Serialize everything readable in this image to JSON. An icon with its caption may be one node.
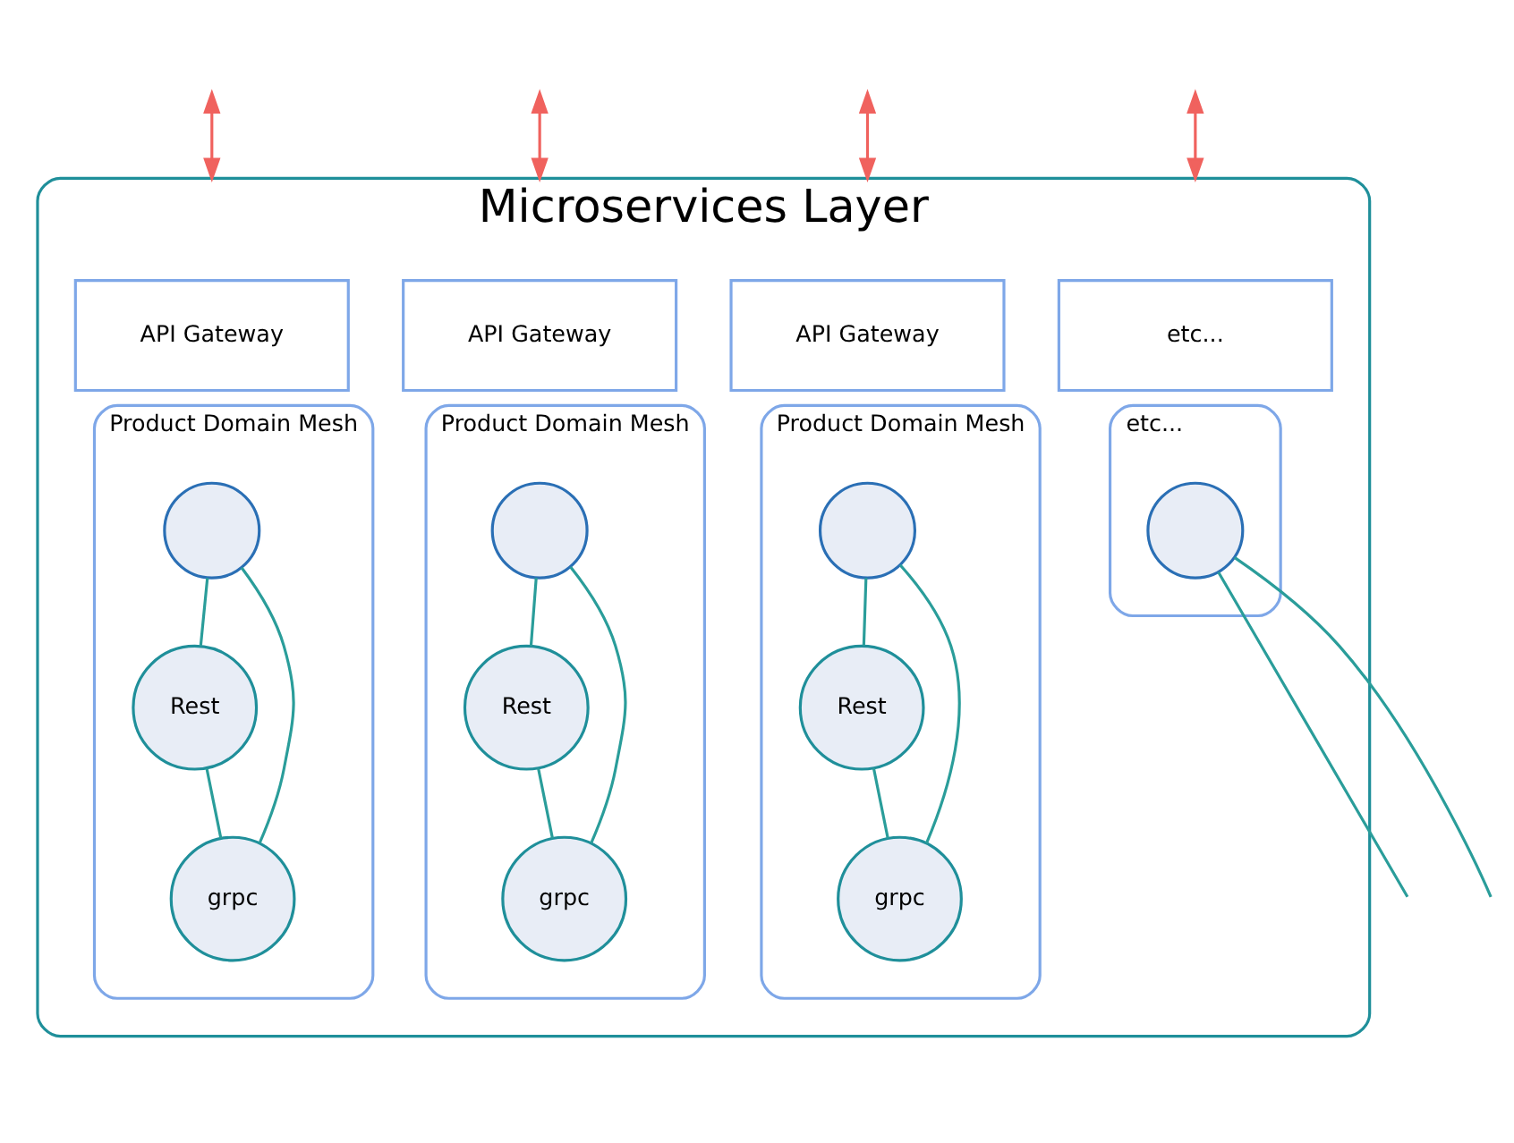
{
  "diagram": {
    "nodes": [
      {
        "text": [
          "Microservices Layer"
        ]
      },
      {
        "text": [
          "API Gateway"
        ],
        "in": 0
      },
      {
        "text": [
          "API Gateway"
        ],
        "in": 0
      },
      {
        "text": [
          "API Gateway"
        ],
        "in": 0
      },
      {
        "text": [
          "etc..."
        ],
        "in": 0
      },
      {
        "text": [
          "Product Domain Mesh"
        ],
        "in": 0
      },
      {
        "text": [],
        "shape": "circle",
        "in": 5
      },
      {
        "text": [
          "Rest"
        ],
        "in": 5
      },
      {
        "text": [
          "grpc"
        ],
        "in": 5
      },
      {
        "text": [
          "Product Domain Mesh"
        ],
        "in": 0
      },
      {
        "text": [],
        "shape": "circle",
        "in": 9
      },
      {
        "text": [
          "Rest"
        ],
        "in": 9
      },
      {
        "text": [
          "grpc"
        ],
        "in": 9
      },
      {
        "text": [
          "Product Domain Mesh"
        ],
        "in": 0
      },
      {
        "text": [],
        "shape": "circle",
        "in": 13
      },
      {
        "text": [
          "Rest"
        ],
        "in": 13
      },
      {
        "text": [
          "grpc"
        ],
        "in": 13
      },
      {
        "text": [
          "etc..."
        ],
        "in": 0
      },
      {
        "text": [],
        "shape": "circle",
        "in": 17
      }
    ],
    "edges": [
      {
        "from": null,
        "to": 0,
        "arrow": "both",
        "color": "#f0625e"
      },
      {
        "from": null,
        "to": 0,
        "arrow": "both",
        "color": "#f0625e"
      },
      {
        "from": null,
        "to": 0,
        "arrow": "both",
        "color": "#f0625e"
      },
      {
        "from": null,
        "to": 0,
        "arrow": "both",
        "color": "#f0625e"
      },
      {
        "from": 6,
        "to": 7,
        "arrow": "none"
      },
      {
        "from": 6,
        "to": 8,
        "arrow": "none"
      },
      {
        "from": 7,
        "to": 8,
        "arrow": "none"
      },
      {
        "from": 10,
        "to": 11,
        "arrow": "none"
      },
      {
        "from": 10,
        "to": 12,
        "arrow": "none"
      },
      {
        "from": 11,
        "to": 12,
        "arrow": "none"
      },
      {
        "from": 14,
        "to": 15,
        "arrow": "none"
      },
      {
        "from": 14,
        "to": 16,
        "arrow": "none"
      },
      {
        "from": 15,
        "to": 16,
        "arrow": "none"
      },
      {
        "from": 18,
        "to": null,
        "arrow": "none"
      },
      {
        "from": 18,
        "to": null,
        "arrow": "none"
      }
    ]
  }
}
